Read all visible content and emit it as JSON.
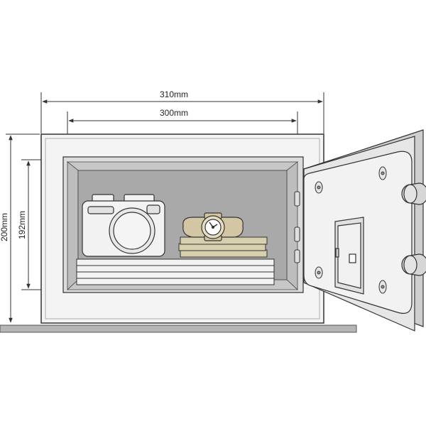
{
  "dimensions": {
    "outer_width": "310mm",
    "inner_width": "300mm",
    "outer_height": "200mm",
    "inner_height": "192mm"
  },
  "colors": {
    "outline": "#333333",
    "body": "#f4f4f4",
    "interior_back": "#a9a9a9",
    "interior_side": "#c7c7c7",
    "floor": "#b5b5b5",
    "door_face": "#e9e9e9",
    "door_edge": "#cfcfcf",
    "watch_band": "#d3c6a3",
    "notes": "#d8cfae",
    "camera": "#f2f2f2"
  },
  "icons": [
    "camera-icon",
    "wristwatch-icon",
    "banknote-stack-icon",
    "paper-stack-icon",
    "keypad-icon",
    "bolt-icon",
    "hinge-icon"
  ]
}
